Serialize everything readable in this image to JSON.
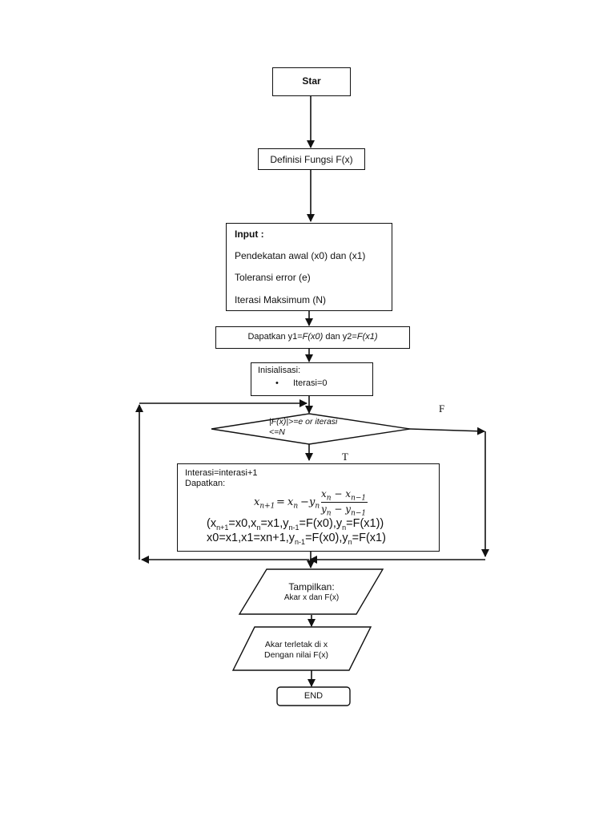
{
  "start": "Star",
  "define": "Definisi Fungsi F(x)",
  "input": {
    "title": "Input :",
    "line1": "Pendekatan awal (x0) dan (x1)",
    "line2": "Toleransi error (e)",
    "line3": "Iterasi Maksimum (N)"
  },
  "get_y": {
    "prefix": "Dapatkan y1=",
    "f0": "F(x0)",
    "mid": " dan y2=",
    "f1": "F(x1)"
  },
  "init": {
    "title": "Inisialisasi:",
    "bullet": "•",
    "item": "Iterasi=0"
  },
  "decision": {
    "line1": "|F(x)|>=e or iterasi",
    "line2": "<=N"
  },
  "labels": {
    "false": "F",
    "true": "T"
  },
  "process": {
    "line1": "Interasi=interasi+1",
    "line2": "Dapatkan:",
    "formula": {
      "lhs": "x",
      "lhs_sub": "n+1",
      "eq": "=",
      "x": "x",
      "x_sub": "n",
      "minus": "−",
      "y": "y",
      "y_sub": "n",
      "num": "x",
      "num_sub1": "n",
      "num_minus": "−",
      "num2": "x",
      "num_sub2": "n−1",
      "den": "y",
      "den_sub1": "n",
      "den_minus": "−",
      "den2": "y",
      "den_sub2": "n−1"
    },
    "assign1": "(x",
    "assign1_sub": "n+1",
    "assign1_b": "=x0,x",
    "assign1_sub2": "n",
    "assign1_c": "=x1,y",
    "assign1_sub3": "n-1",
    "assign1_d": "=F(x0),y",
    "assign1_sub4": "n",
    "assign1_e": "=F(x1))",
    "assign2": "x0=x1,x1=xn+1,y",
    "assign2_sub": "n-1",
    "assign2_b": "=F(x0),y",
    "assign2_sub2": "n",
    "assign2_c": "=F(x1)"
  },
  "output1": {
    "line1": "Tampilkan:",
    "line2": "Akar x dan F(x)"
  },
  "output2": {
    "line1": "Akar terletak di x",
    "line2": "Dengan nilai F(x)"
  },
  "end": "END"
}
